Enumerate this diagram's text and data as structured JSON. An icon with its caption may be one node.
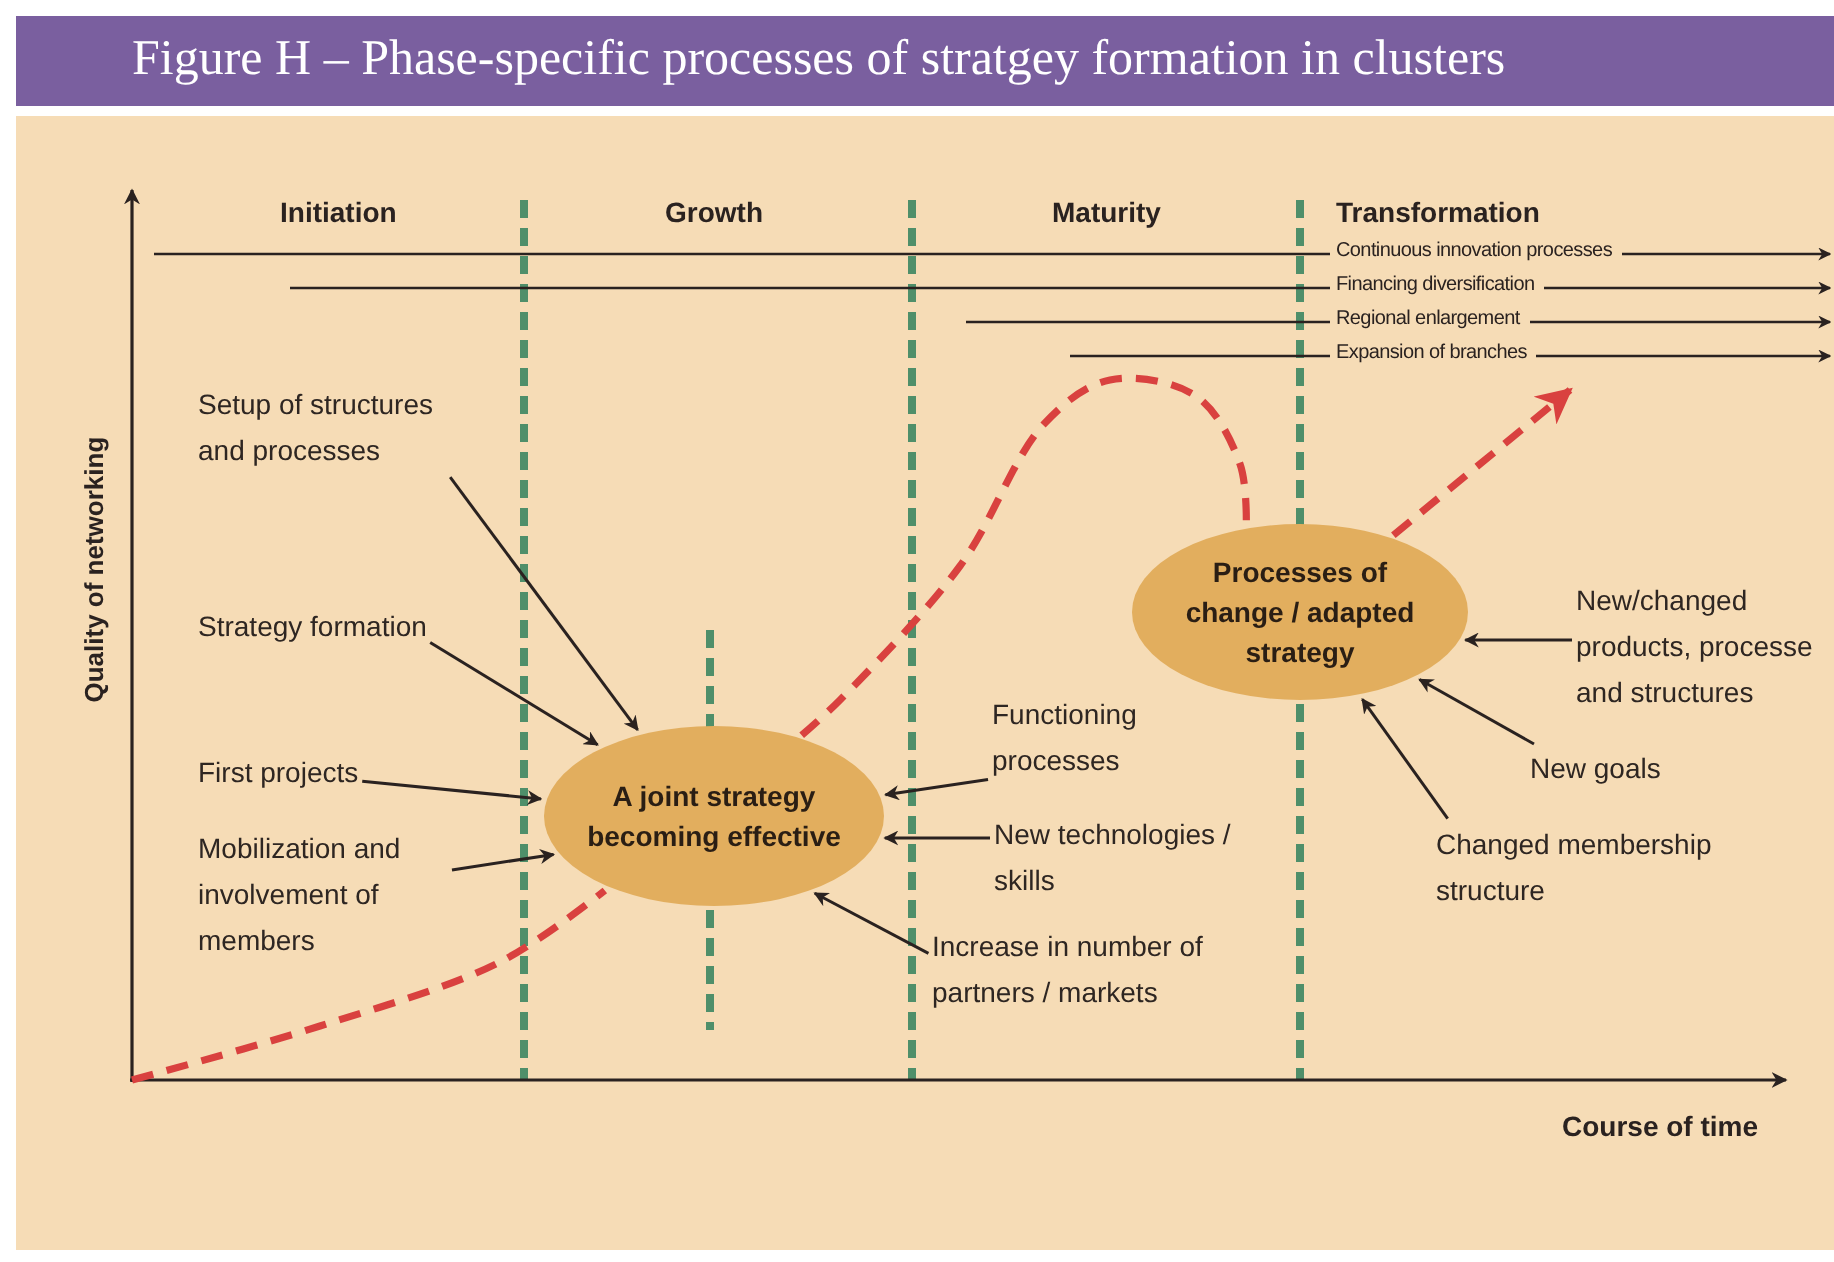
{
  "diagram": {
    "title": "Figure H – Phase-specific processes of stratgey formation in clusters",
    "nodes": [
      {
        "text": [
          "A joint strategy becoming effective"
        ]
      },
      {
        "text": [
          "Processes of change / adapted strategy"
        ]
      },
      {
        "text": [
          "Setup of structures and processes"
        ]
      },
      {
        "text": [
          "Strategy formation"
        ]
      },
      {
        "text": [
          "First projects"
        ]
      },
      {
        "text": [
          "Mobilization and involvement of members"
        ]
      },
      {
        "text": [
          "Functioning processes"
        ]
      },
      {
        "text": [
          "New technologies / skills"
        ]
      },
      {
        "text": [
          "Increase in number of partners / markets"
        ]
      },
      {
        "text": [
          "New/changed products, processe and structures"
        ]
      },
      {
        "text": [
          "New goals"
        ]
      },
      {
        "text": [
          "Changed membership structure"
        ]
      }
    ],
    "edges": [
      {
        "from": 2,
        "to": 0,
        "arrow": "to"
      },
      {
        "from": 3,
        "to": 0,
        "arrow": "to"
      },
      {
        "from": 4,
        "to": 0,
        "arrow": "to"
      },
      {
        "from": 5,
        "to": 0,
        "arrow": "to"
      },
      {
        "from": 6,
        "to": 0,
        "arrow": "to"
      },
      {
        "from": 7,
        "to": 0,
        "arrow": "to"
      },
      {
        "from": 8,
        "to": 0,
        "arrow": "to"
      },
      {
        "from": 9,
        "to": 1,
        "arrow": "to"
      },
      {
        "from": 10,
        "to": 1,
        "arrow": "to"
      },
      {
        "from": 11,
        "to": 1,
        "arrow": "to"
      },
      {
        "from": null,
        "to": 0,
        "arrow": "none",
        "style": "dashed",
        "color": "#d9413f"
      },
      {
        "from": 0,
        "to": 1,
        "arrow": "none",
        "style": "dashed",
        "color": "#d9413f"
      },
      {
        "from": 1,
        "to": null,
        "arrow": "to",
        "style": "dashed",
        "color": "#d9413f"
      }
    ],
    "labels": [
      "Initiation",
      "Growth",
      "Maturity",
      "Transformation",
      "Continuous innovation processes",
      "Financing diversification",
      "Regional enlargement",
      "Expansion of branches",
      "Quality of networking",
      "Course of time"
    ]
  }
}
